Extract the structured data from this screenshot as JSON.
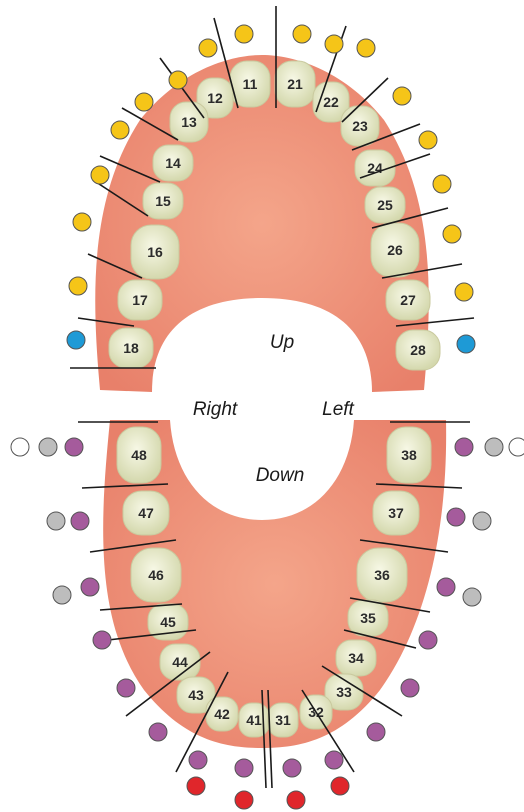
{
  "labels": {
    "up": "Up",
    "down": "Down",
    "right": "Right",
    "left": "Left"
  },
  "colors": {
    "yellow": "#f5c518",
    "blue": "#1e9ad6",
    "purple": "#a55b9c",
    "gray": "#bdbdbd",
    "white": "#ffffff",
    "red": "#e0262b",
    "gum": "#f09a7c",
    "tooth": "#eef0d0"
  },
  "upper_teeth": [
    {
      "num": "11",
      "dots": [
        "yellow"
      ]
    },
    {
      "num": "12",
      "dots": [
        "yellow"
      ]
    },
    {
      "num": "13",
      "dots": [
        "yellow"
      ]
    },
    {
      "num": "14",
      "dots": [
        "yellow"
      ]
    },
    {
      "num": "15",
      "dots": [
        "yellow"
      ]
    },
    {
      "num": "16",
      "dots": [
        "yellow"
      ]
    },
    {
      "num": "17",
      "dots": [
        "yellow"
      ]
    },
    {
      "num": "18",
      "dots": [
        "yellow",
        "blue"
      ]
    },
    {
      "num": "21",
      "dots": [
        "yellow"
      ]
    },
    {
      "num": "22",
      "dots": [
        "yellow"
      ]
    },
    {
      "num": "23",
      "dots": [
        "yellow"
      ]
    },
    {
      "num": "24",
      "dots": [
        "yellow"
      ]
    },
    {
      "num": "25",
      "dots": [
        "yellow"
      ]
    },
    {
      "num": "26",
      "dots": [
        "yellow"
      ]
    },
    {
      "num": "27",
      "dots": [
        "yellow"
      ]
    },
    {
      "num": "28",
      "dots": [
        "yellow",
        "blue"
      ]
    }
  ],
  "lower_teeth": [
    {
      "num": "48",
      "dots": [
        "purple",
        "gray",
        "white"
      ]
    },
    {
      "num": "47",
      "dots": [
        "purple",
        "gray"
      ]
    },
    {
      "num": "46",
      "dots": [
        "purple",
        "gray"
      ]
    },
    {
      "num": "45",
      "dots": [
        "purple"
      ]
    },
    {
      "num": "44",
      "dots": [
        "purple"
      ]
    },
    {
      "num": "43",
      "dots": [
        "purple"
      ]
    },
    {
      "num": "42",
      "dots": [
        "purple",
        "red"
      ]
    },
    {
      "num": "41",
      "dots": [
        "purple",
        "red"
      ]
    },
    {
      "num": "38",
      "dots": [
        "purple",
        "gray",
        "white"
      ]
    },
    {
      "num": "37",
      "dots": [
        "purple",
        "gray"
      ]
    },
    {
      "num": "36",
      "dots": [
        "purple",
        "gray"
      ]
    },
    {
      "num": "35",
      "dots": [
        "purple"
      ]
    },
    {
      "num": "34",
      "dots": [
        "purple"
      ]
    },
    {
      "num": "33",
      "dots": [
        "purple"
      ]
    },
    {
      "num": "32",
      "dots": [
        "purple",
        "red"
      ]
    },
    {
      "num": "31",
      "dots": [
        "purple",
        "red"
      ]
    }
  ]
}
